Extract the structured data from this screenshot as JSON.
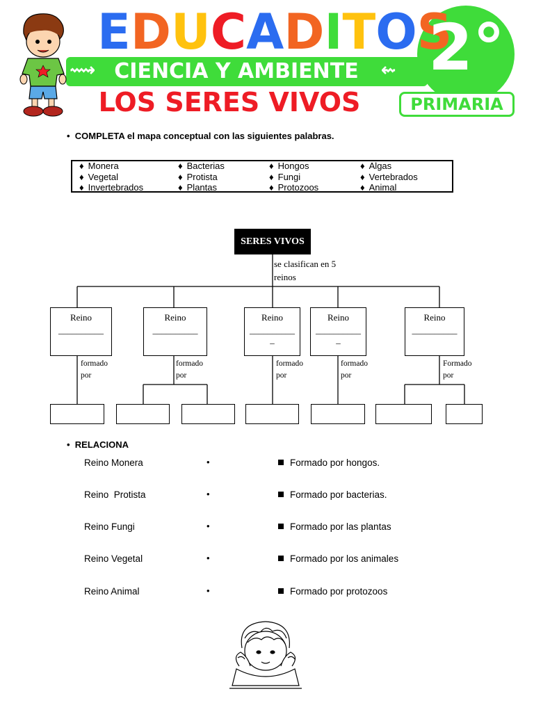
{
  "header": {
    "logo_letters": [
      {
        "ch": "E",
        "color": "#2b6cf0"
      },
      {
        "ch": "D",
        "color": "#f26522"
      },
      {
        "ch": "U",
        "color": "#ffc20e"
      },
      {
        "ch": "C",
        "color": "#ee1c25"
      },
      {
        "ch": "A",
        "color": "#2b6cf0"
      },
      {
        "ch": "D",
        "color": "#f26522"
      },
      {
        "ch": "I",
        "color": "#3fdc3a"
      },
      {
        "ch": "T",
        "color": "#ffc20e"
      },
      {
        "ch": "O",
        "color": "#2b6cf0"
      },
      {
        "ch": "S",
        "color": "#f26522"
      }
    ],
    "subject": "CIENCIA Y AMBIENTE",
    "grade": "2°",
    "level": "PRIMARIA",
    "topic": "LOS SERES VIVOS",
    "accent_green": "#3fdc3a",
    "accent_red": "#ee1c25"
  },
  "instructions": {
    "complete": "COMPLETA el mapa conceptual con las siguientes palabras.",
    "relate": "RELACIONA"
  },
  "word_bank": [
    [
      "Monera",
      "Vegetal",
      "Invertebrados"
    ],
    [
      "Bacterias",
      "Protista",
      "Plantas"
    ],
    [
      "Hongos",
      "Fungi",
      "Protozoos"
    ],
    [
      "Algas",
      "Vertebrados",
      "Animal"
    ]
  ],
  "concept_map": {
    "root": "SERES VIVOS",
    "root_note_1": "se clasifican en 5",
    "root_note_2": "reinos",
    "reino_label": "Reino",
    "reino_blank": "__________",
    "formed_1": "formado",
    "formed_1_cap": "Formado",
    "formed_2": "por"
  },
  "relate": {
    "left": [
      "Reino Monera",
      "Reino  Protista",
      "Reino Fungi",
      "Reino Vegetal",
      "Reino Animal"
    ],
    "right": [
      "Formado por hongos.",
      "Formado por bacterias.",
      "Formado por las plantas",
      "Formado por los animales",
      "Formado por protozoos"
    ]
  }
}
